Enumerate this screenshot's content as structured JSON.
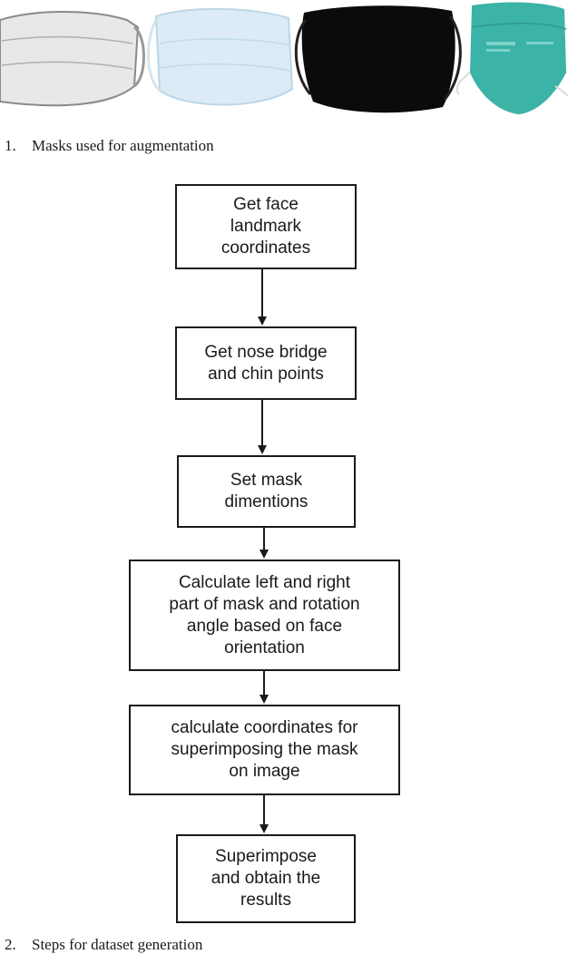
{
  "figure1": {
    "caption_number": "1.",
    "caption_text": "Masks used for augmentation",
    "masks": [
      {
        "name": "white-surgical-mask",
        "color": "#e7e7e7"
      },
      {
        "name": "light-blue-surgical-mask",
        "color": "#dcebf5"
      },
      {
        "name": "black-cloth-mask",
        "color": "#0b0b0b"
      },
      {
        "name": "teal-n95-respirator",
        "color": "#3bb3a6"
      }
    ]
  },
  "flowchart": {
    "steps": [
      "Get face\nlandmark\ncoordinates",
      "Get nose bridge\nand chin points",
      "Set mask\ndimentions",
      "Calculate left and right\npart of mask and rotation\nangle based on face\norientation",
      "calculate coordinates for\nsuperimposing the mask\non image",
      "Superimpose\nand obtain the\nresults"
    ]
  },
  "figure2": {
    "caption_number": "2.",
    "caption_text": "Steps for dataset generation"
  }
}
